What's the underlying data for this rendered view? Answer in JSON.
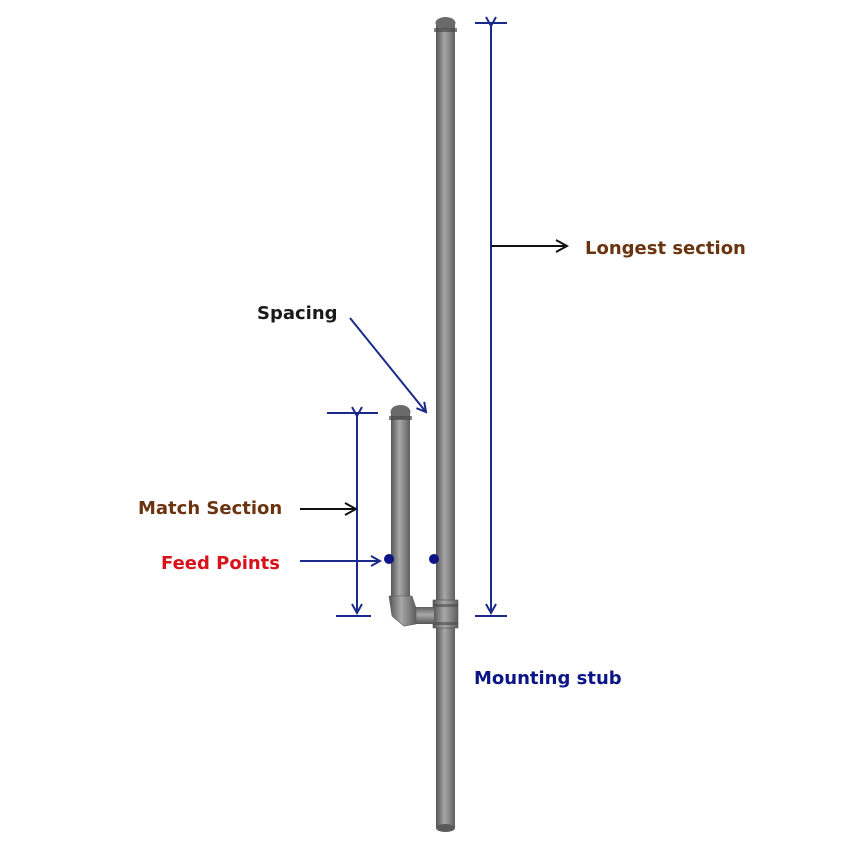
{
  "labels": {
    "longest_section": "Longest section",
    "spacing": "Spacing",
    "match_section": "Match Section",
    "feed_points": "Feed Points",
    "mounting_stub": "Mounting stub"
  },
  "colors": {
    "brown_label": "#6b3410",
    "red_label": "#d8111a",
    "blue_label": "#0c1585",
    "dark_label": "#1a1a1a",
    "dimension_line": "#1a2a8a",
    "pointer_arrow": "#111111",
    "pipe_dark": "#555555",
    "pipe_light": "#a8a8a8",
    "feed_dot": "#0c1585"
  }
}
